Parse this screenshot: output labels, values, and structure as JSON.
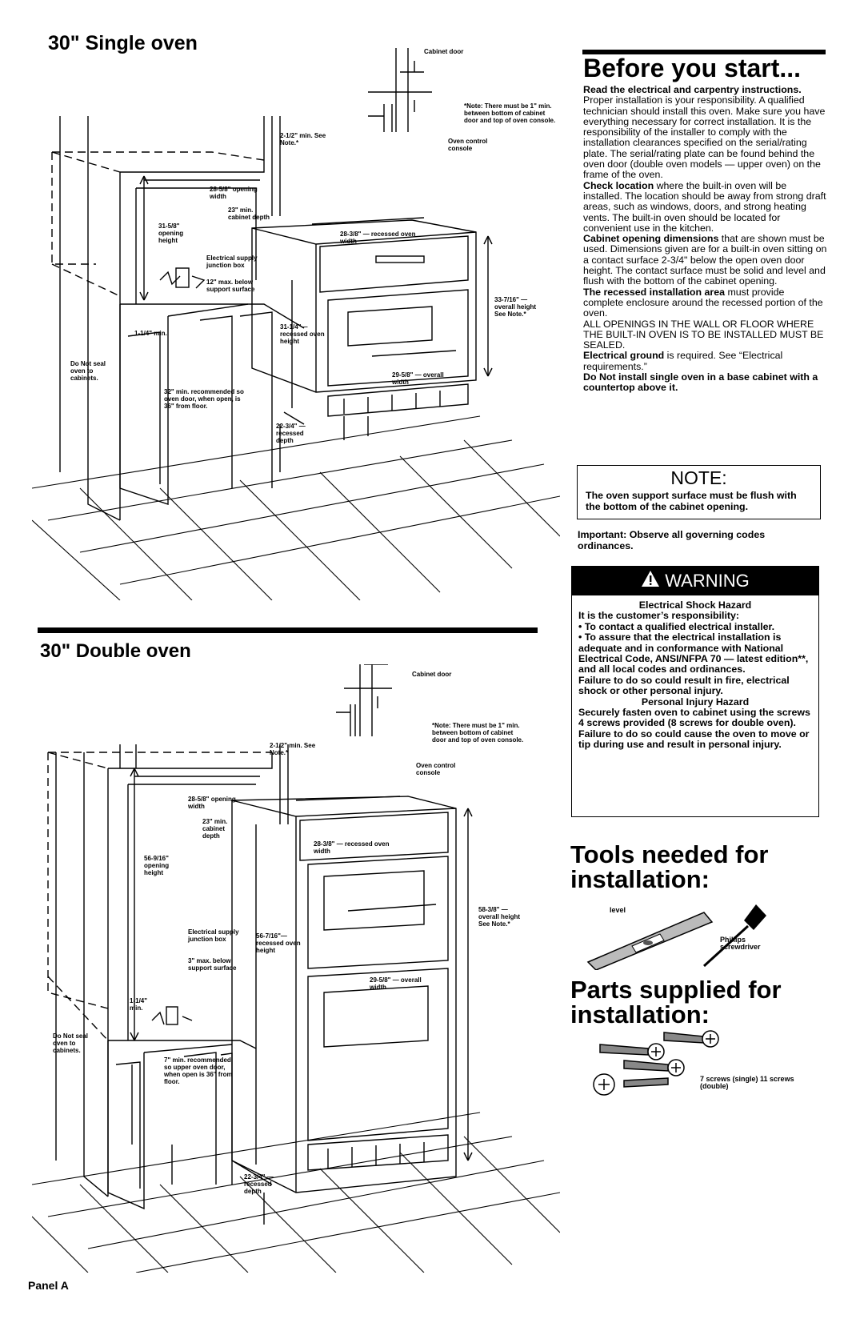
{
  "single": {
    "title": "30\" Single oven",
    "labels": {
      "cabinet_door": "Cabinet door",
      "note_min": "*Note: There must be 1\" min. between bottom of cabinet door and top of oven console.",
      "oven_console": "Oven control console",
      "min_2half": "2-1/2\" min. See Note.*",
      "opening_width": "28-5/8\" opening width",
      "cabinet_depth": "23\" min. cabinet depth",
      "opening_height": "31-5/8\" opening height",
      "junction": "Electrical supply junction box",
      "below_support": "12\" max. below support surface",
      "recessed_width": "28-3/8\" — recessed oven width",
      "overall_height": "33-7/16\" — overall height See Note.*",
      "min_1quarter": "1-1/4\" min.",
      "recessed_height": "31-1/4\"— recessed oven height",
      "overall_width": "29-5/8\" — overall width",
      "do_not_seal": "Do Not seal oven to cabinets.",
      "recommended": "32\" min. recommended so oven door, when open, is 36\" from floor.",
      "recessed_depth": "22-3/4\" — recessed depth"
    }
  },
  "double": {
    "title": "30\" Double oven",
    "labels": {
      "cabinet_door": "Cabinet door",
      "note_min": "*Note: There must be 1\" min. between bottom of cabinet door and top of oven console.",
      "oven_console": "Oven control console",
      "min_2half": "2-1/2\" min. See Note.*",
      "opening_width": "28-5/8\" opening width",
      "cabinet_depth": "23\" min. cabinet depth",
      "opening_height": "56-9/16\" opening height",
      "junction": "Electrical supply junction box",
      "below_support": "3\" max. below support surface",
      "recessed_width": "28-3/8\" — recessed oven width",
      "overall_height": "58-3/8\" — overall height See Note.*",
      "min_1quarter": "1-1/4\" min.",
      "recessed_height": "56-7/16\"— recessed oven height",
      "overall_width": "29-5/8\" — overall width",
      "do_not_seal": "Do Not seal oven to cabinets.",
      "recommended": "7\" min. recommended so upper oven door, when open is 36\" from floor.",
      "recessed_depth": "22-3/4\" — recessed depth"
    }
  },
  "before": {
    "title": "Before you start...",
    "lead": "Read the electrical and carpentry instructions.",
    "p1": "Proper installation is your responsibility. A qualified technician should install this oven. Make sure you have everything necessary for correct installation. It is the responsibility of the installer to comply with the installation clearances specified on the serial/rating plate. The serial/rating plate can be found behind the oven door (double oven models — upper oven) on the frame of the oven.",
    "check_bold": "Check location",
    "check_text": " where the built-in oven will be installed. The location should be away from strong draft areas, such as windows, doors, and strong heating vents. The built-in oven should be located for convenient use in the kitchen.",
    "cab_bold": "Cabinet opening dimensions",
    "cab_text": " that are shown must be used. Dimensions given are for a built-in oven sitting on a contact surface 2-3/4\" below the open oven door height. The contact surface must be solid and level and flush with the bottom of the cabinet opening.",
    "rec_bold": "The recessed installation area",
    "rec_text": " must provide complete enclosure around the recessed portion of the oven.",
    "openings": "ALL OPENINGS IN THE WALL OR FLOOR WHERE THE BUILT-IN OVEN IS TO BE INSTALLED MUST BE SEALED.",
    "ground_bold": "Electrical ground",
    "ground_text": " is required. See “Electrical requirements.”",
    "donot": "Do Not install single oven in a base cabinet with a countertop above it."
  },
  "note": {
    "title": "NOTE:",
    "text": "The oven support surface must be flush with the bottom of the cabinet opening."
  },
  "important": "Important: Observe all governing codes ordinances.",
  "warning": {
    "title": "WARNING",
    "shock_title": "Electrical Shock Hazard",
    "resp": "It is the customer’s responsibility:",
    "b1": "• To contact a qualified electrical installer.",
    "b2": "• To assure that the electrical installation is adequate and in conformance with National Electrical Code, ANSI/NFPA 70 — latest edition**, and all local codes and ordinances.",
    "fail1": "Failure to do so could result in fire, electrical shock or other personal injury.",
    "injury_title": "Personal Injury Hazard",
    "secure": "Securely fasten oven to cabinet using the screws 4 screws provided (8 screws for double oven).",
    "fail2": "Failure to do so could cause the oven to move or tip during use and result in personal injury."
  },
  "tools": {
    "title": "Tools needed for installation:",
    "level": "level",
    "screwdriver": "Phillips screwdriver"
  },
  "parts": {
    "title": "Parts supplied for installation:",
    "screws": "7 screws (single) 11 screws (double)"
  },
  "footer": "Panel A"
}
